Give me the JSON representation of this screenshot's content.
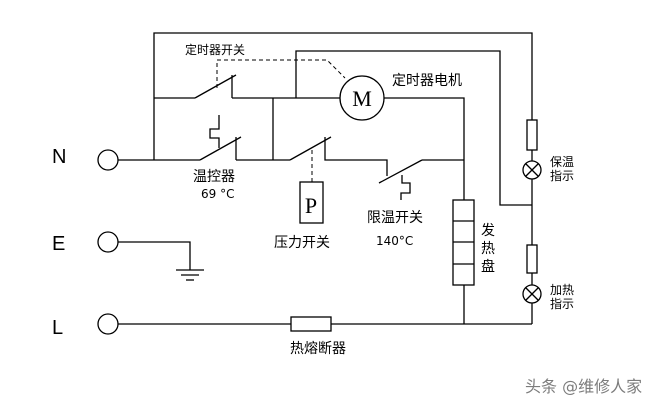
{
  "terminals": {
    "n": "N",
    "e": "E",
    "l": "L"
  },
  "components": {
    "timer_switch": "定时器开关",
    "timer_motor": "定时器电机",
    "motor_symbol": "M",
    "thermostat": "温控器",
    "thermostat_temp": "69 °C",
    "pressure_switch": "压力开关",
    "pressure_symbol": "P",
    "limit_switch": "限温开关",
    "limit_temp": "140°C",
    "heater": [
      "发",
      "热",
      "盘"
    ],
    "keep_warm_indicator": [
      "保温",
      "指示"
    ],
    "heating_indicator": [
      "加热",
      "指示"
    ],
    "thermal_fuse": "热熔断器"
  },
  "watermark": "头条 @维修人家"
}
